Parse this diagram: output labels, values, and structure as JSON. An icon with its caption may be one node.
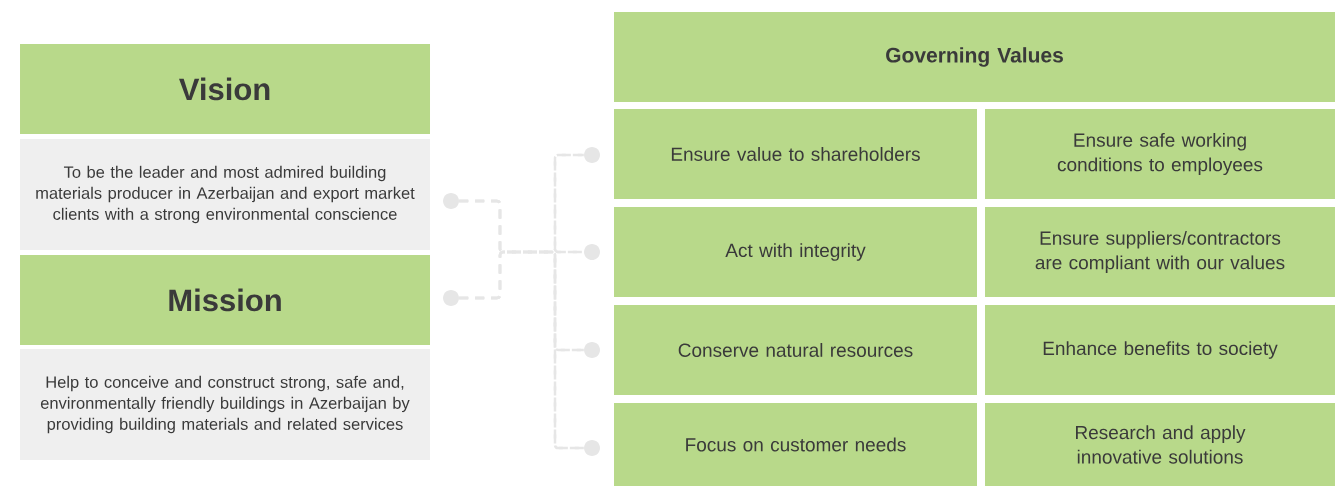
{
  "diagram": {
    "nodes": [
      {
        "text": [
          "Vision"
        ]
      },
      {
        "text": [
          "To be the leader and most admired building materials producer in Azerbaijan and export market clients with a strong environmental conscience"
        ]
      },
      {
        "text": [
          "Mission"
        ]
      },
      {
        "text": [
          "Help to conceive and construct strong, safe and, environmentally friendly buildings in Azerbaijan by providing building materials and related services"
        ]
      },
      {
        "text": [],
        "shape": "circle"
      },
      {
        "text": [],
        "shape": "circle"
      },
      {
        "text": [
          "Governing Values"
        ]
      },
      {
        "text": [
          "Ensure value to shareholders"
        ]
      },
      {
        "text": [
          "Ensure safe working conditions to employees"
        ]
      },
      {
        "text": [
          "Act with integrity"
        ]
      },
      {
        "text": [
          "Ensure suppliers/contractors are compliant with our values"
        ]
      },
      {
        "text": [
          "Conserve natural resources"
        ]
      },
      {
        "text": [
          "Enhance benefits to society"
        ]
      },
      {
        "text": [
          "Focus on customer needs"
        ]
      },
      {
        "text": [
          "Research and apply innovative solutions"
        ]
      },
      {
        "text": [],
        "shape": "circle"
      },
      {
        "text": [],
        "shape": "circle"
      },
      {
        "text": [],
        "shape": "circle"
      },
      {
        "text": [],
        "shape": "circle"
      }
    ],
    "edges": [
      {
        "from": 4,
        "to": 15,
        "arrow": "none",
        "style": "dashed"
      },
      {
        "from": 4,
        "to": 16,
        "arrow": "none",
        "style": "dashed"
      },
      {
        "from": 4,
        "to": 17,
        "arrow": "none",
        "style": "dashed"
      },
      {
        "from": 4,
        "to": 18,
        "arrow": "none",
        "style": "dashed"
      },
      {
        "from": 5,
        "to": 15,
        "arrow": "none",
        "style": "dashed"
      },
      {
        "from": 5,
        "to": 16,
        "arrow": "none",
        "style": "dashed"
      },
      {
        "from": 5,
        "to": 17,
        "arrow": "none",
        "style": "dashed"
      },
      {
        "from": 5,
        "to": 18,
        "arrow": "none",
        "style": "dashed"
      }
    ]
  }
}
